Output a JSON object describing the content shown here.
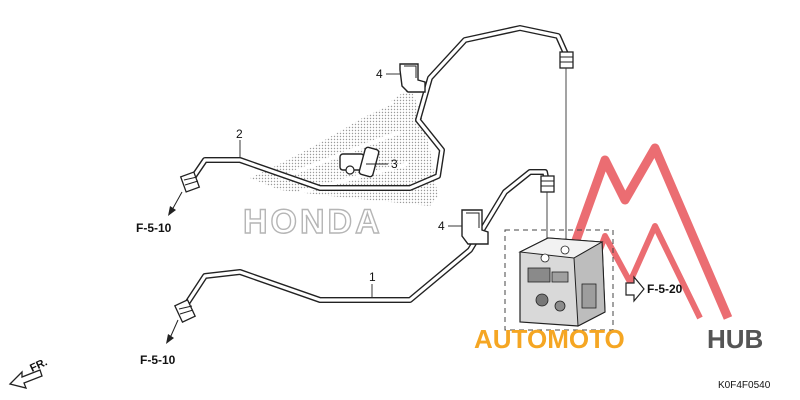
{
  "callouts": {
    "n1": "1",
    "n2": "2",
    "n3": "3",
    "n4a": "4",
    "n4b": "4"
  },
  "refs": {
    "top_left": "F-5-10",
    "bottom_left": "F-5-10",
    "right": "F-5-20"
  },
  "logo_text": "HONDA",
  "direction_label": "FR.",
  "diagram_code": "K0F4F0540",
  "watermark": {
    "part1": "AUTOMOTO",
    "part2": "HUB",
    "color_primary": "#f5a623",
    "color_secondary": "#555555",
    "mark_color": "#e8545a"
  }
}
